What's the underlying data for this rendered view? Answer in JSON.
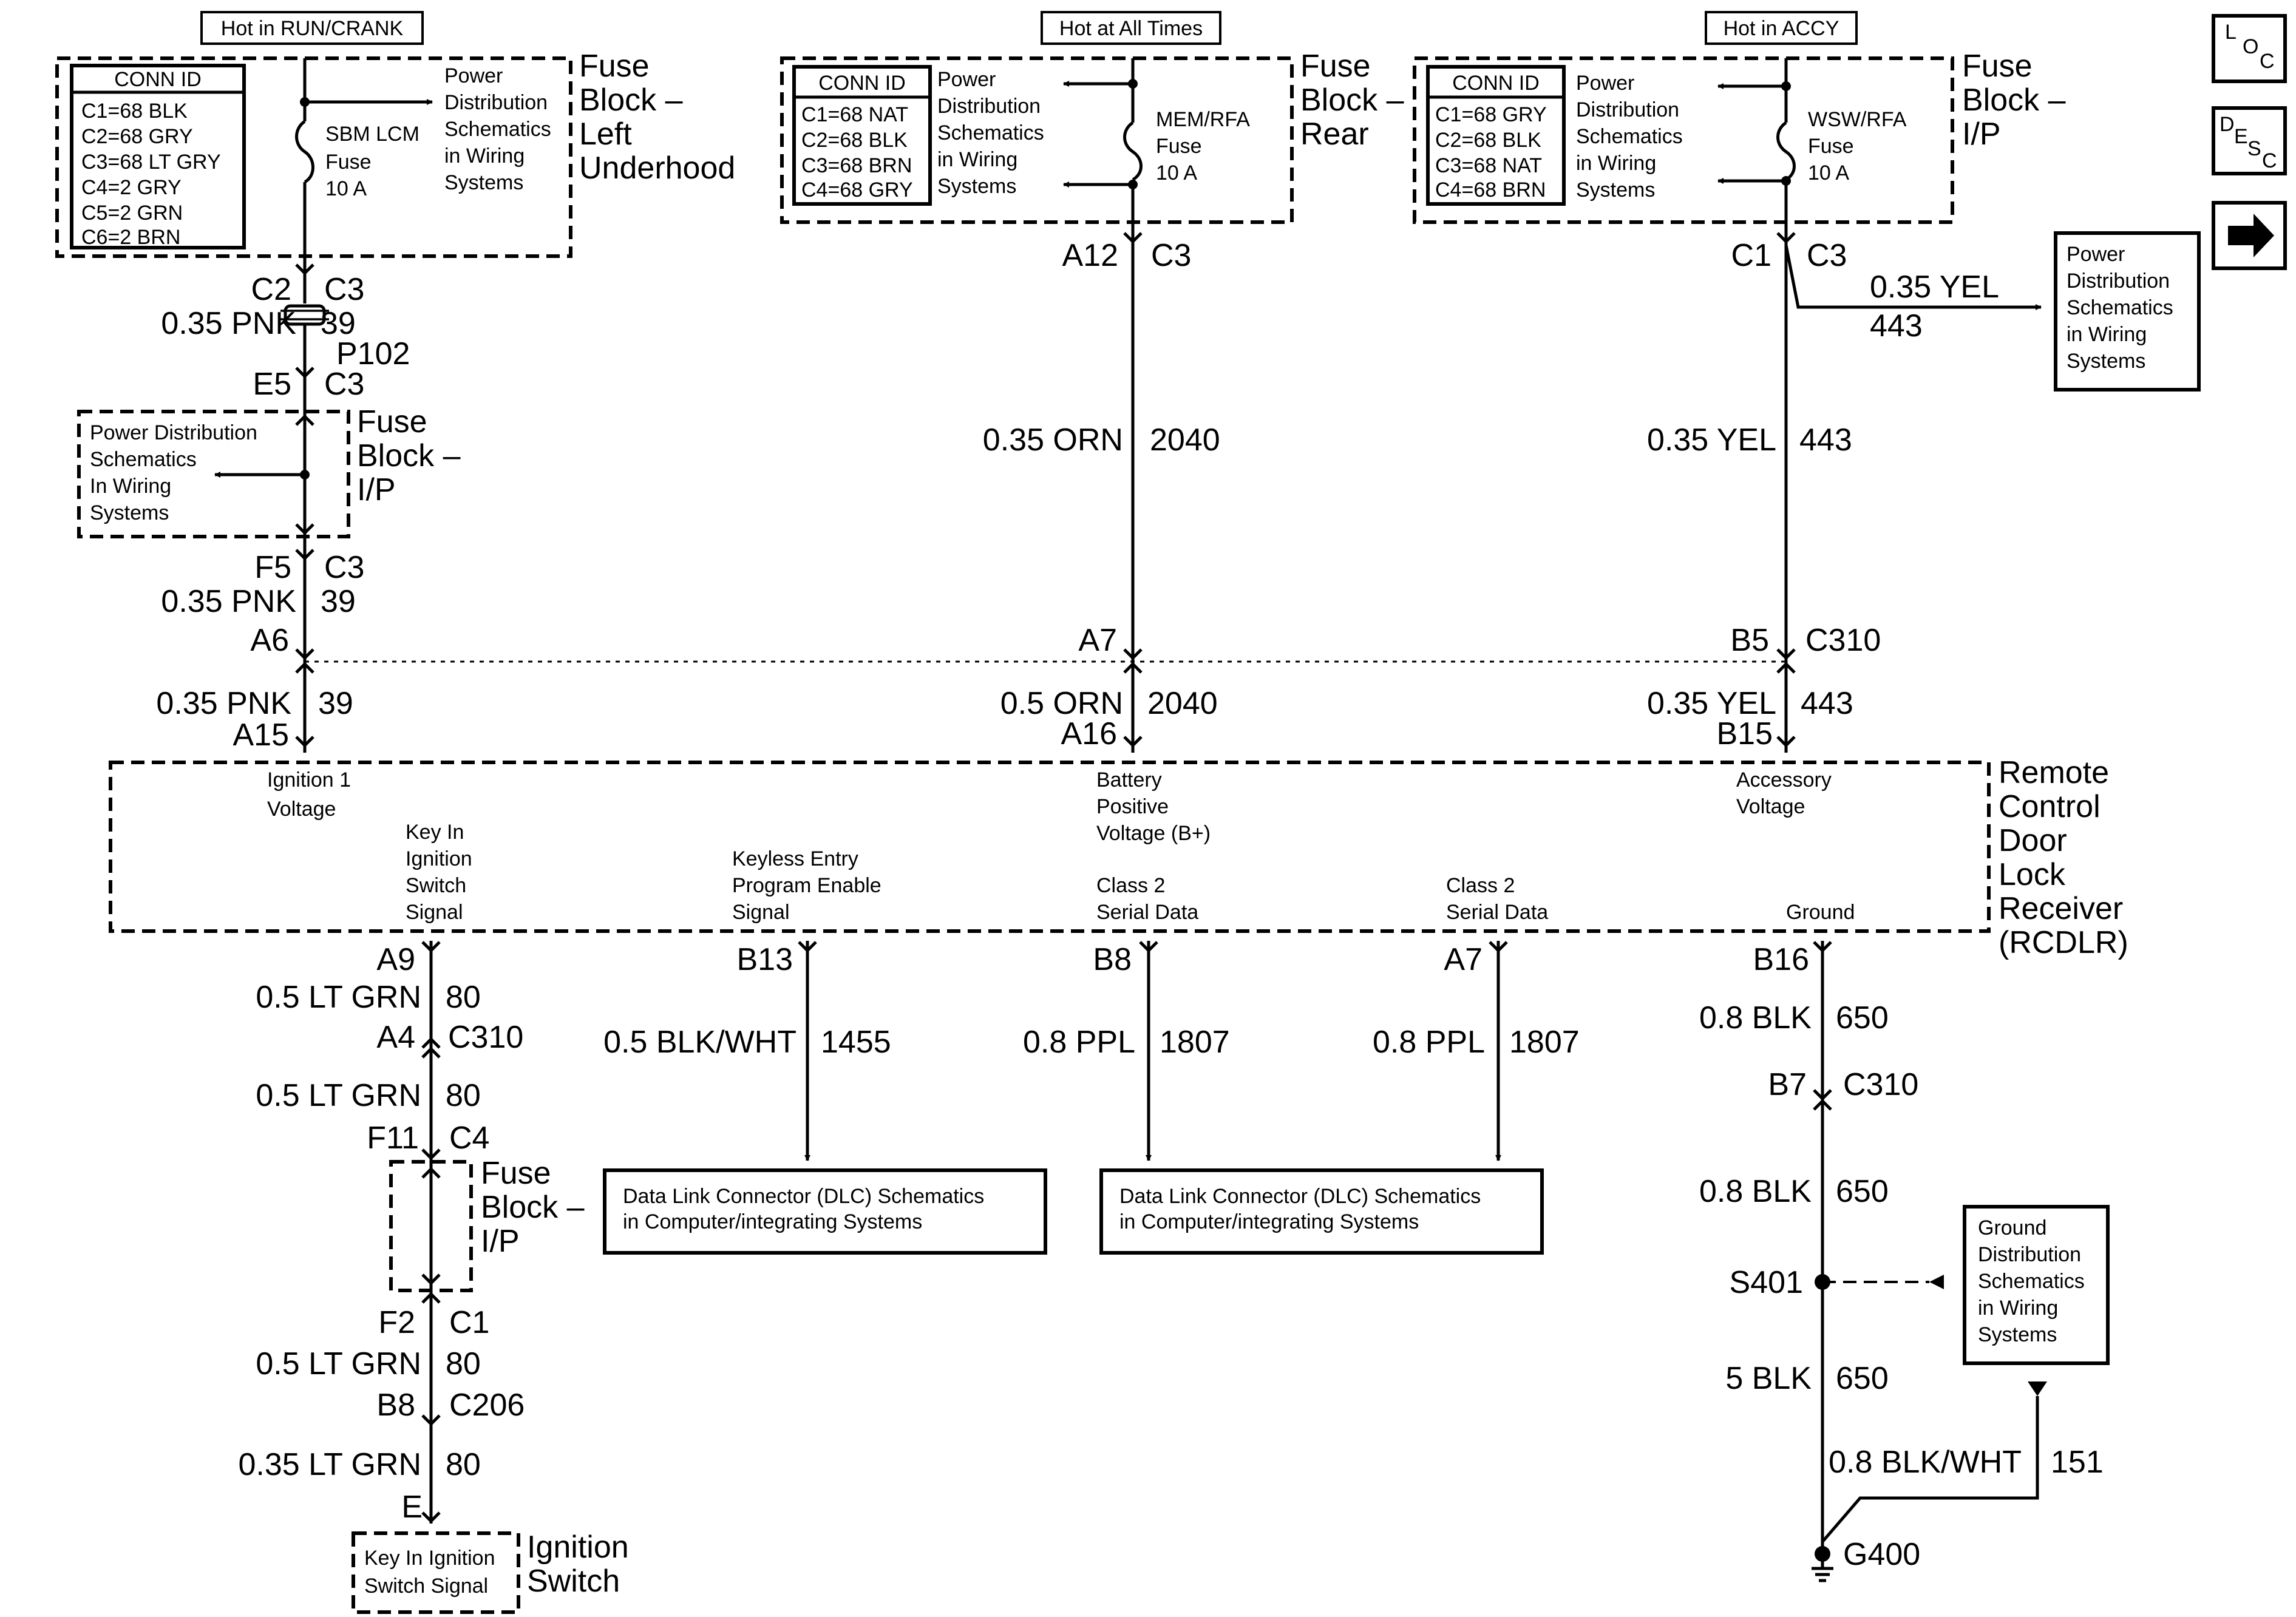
{
  "power_sources": {
    "run_crank": "Hot in RUN/CRANK",
    "all_times": "Hot at All Times",
    "accy": "Hot in ACCY"
  },
  "nav": {
    "loc": "LOC",
    "desc": "DESC"
  },
  "left_underhood": {
    "conn_title": "CONN ID",
    "conns": [
      "C1=68 BLK",
      "C2=68 GRY",
      "C3=68 LT GRY",
      "C4=2 GRY",
      "C5=2 GRN",
      "C6=2 BRN"
    ],
    "fuse": [
      "SBM LCM",
      "Fuse",
      "10 A"
    ],
    "ref": [
      "Power",
      "Distribution",
      "Schematics",
      "in Wiring",
      "Systems"
    ],
    "block": [
      "Fuse",
      "Block –",
      "Left",
      "Underhood"
    ]
  },
  "rear": {
    "conn_title": "CONN ID",
    "conns": [
      "C1=68 NAT",
      "C2=68 BLK",
      "C3=68 BRN",
      "C4=68 GRY"
    ],
    "ref": [
      "Power",
      "Distribution",
      "Schematics",
      "in Wiring",
      "Systems"
    ],
    "fuse": [
      "MEM/RFA",
      "Fuse",
      "10 A"
    ],
    "block": [
      "Fuse",
      "Block –",
      "Rear"
    ]
  },
  "ip_top": {
    "conn_title": "CONN ID",
    "conns": [
      "C1=68 GRY",
      "C2=68 BLK",
      "C3=68 NAT",
      "C4=68 BRN"
    ],
    "ref": [
      "Power",
      "Distribution",
      "Schematics",
      "in Wiring",
      "Systems"
    ],
    "fuse": [
      "WSW/RFA",
      "Fuse",
      "10 A"
    ],
    "block": [
      "Fuse",
      "Block –",
      "I/P"
    ]
  },
  "ip_mid": {
    "ref": [
      "Power Distribution",
      "Schematics",
      "In Wiring",
      "Systems"
    ],
    "block": [
      "Fuse",
      "Block –",
      "I/P"
    ]
  },
  "right_ref": [
    "Power",
    "Distribution",
    "Schematics",
    "in Wiring",
    "Systems"
  ],
  "wire1": {
    "c2": "C2",
    "c3a": "C3",
    "wire": "0.35 PNK",
    "ckt": "39",
    "p102": "P102",
    "e5": "E5",
    "c3b": "C3",
    "f5": "F5",
    "c3c": "C3",
    "wire2": "0.35 PNK",
    "ckt2": "39",
    "a6": "A6",
    "wire3": "0.35 PNK",
    "ckt3": "39",
    "a15": "A15"
  },
  "wire2": {
    "a12": "A12",
    "c3": "C3",
    "wire": "0.35 ORN",
    "ckt": "2040",
    "a7": "A7",
    "wire2": "0.5 ORN",
    "ckt2": "2040",
    "a16": "A16"
  },
  "wire3": {
    "c1": "C1",
    "c3": "C3",
    "branch_wire": "0.35 YEL",
    "branch_ckt": "443",
    "wire": "0.35 YEL",
    "ckt": "443",
    "b5": "B5",
    "c310": "C310",
    "wire2": "0.35 YEL",
    "ckt2": "443",
    "b15": "B15"
  },
  "rcdlr": {
    "name": [
      "Remote",
      "Control",
      "Door",
      "Lock",
      "Receiver",
      "(RCDLR)"
    ],
    "ign": [
      "Ignition 1",
      "Voltage"
    ],
    "key": [
      "Key In",
      "Ignition",
      "Switch",
      "Signal"
    ],
    "keyless": [
      "Keyless Entry",
      "Program Enable",
      "Signal"
    ],
    "batt": [
      "Battery",
      "Positive",
      "Voltage (B+)"
    ],
    "class2a": [
      "Class 2",
      "Serial Data"
    ],
    "class2b": [
      "Class 2",
      "Serial Data"
    ],
    "acc": [
      "Accessory",
      "Voltage"
    ],
    "gnd": "Ground"
  },
  "wire_key": {
    "a9": "A9",
    "wire": "0.5 LT GRN",
    "ckt": "80",
    "a4": "A4",
    "c310": "C310",
    "wire2": "0.5 LT GRN",
    "ckt2": "80",
    "f11": "F11",
    "c4": "C4",
    "block": [
      "Fuse",
      "Block –",
      "I/P"
    ],
    "f2": "F2",
    "c1": "C1",
    "wire3": "0.5 LT GRN",
    "ckt3": "80",
    "b8": "B8",
    "c206": "C206",
    "wire4": "0.35 LT GRN",
    "ckt4": "80",
    "e": "E",
    "switch_box": [
      "Key In Ignition",
      "Switch Signal"
    ],
    "switch_name": [
      "Ignition",
      "Switch"
    ]
  },
  "wire_b13": {
    "pin": "B13",
    "wire": "0.5 BLK/WHT",
    "ckt": "1455"
  },
  "wire_b8": {
    "pin": "B8",
    "wire": "0.8 PPL",
    "ckt": "1807"
  },
  "wire_a7": {
    "pin": "A7",
    "wire": "0.8 PPL",
    "ckt": "1807"
  },
  "dlc1": [
    "Data Link Connector (DLC) Schematics",
    "in Computer/integrating Systems"
  ],
  "dlc2": [
    "Data Link Connector (DLC) Schematics",
    "in Computer/integrating Systems"
  ],
  "ground": {
    "b16": "B16",
    "wire": "0.8 BLK",
    "ckt": "650",
    "b7": "B7",
    "c310": "C310",
    "wire2": "0.8 BLK",
    "ckt2": "650",
    "s401": "S401",
    "wire3": "5 BLK",
    "ckt3": "650",
    "ref": [
      "Ground",
      "Distribution",
      "Schematics",
      "in Wiring",
      "Systems"
    ],
    "branch_wire": "0.8 BLK/WHT",
    "branch_ckt": "151",
    "g400": "G400"
  }
}
